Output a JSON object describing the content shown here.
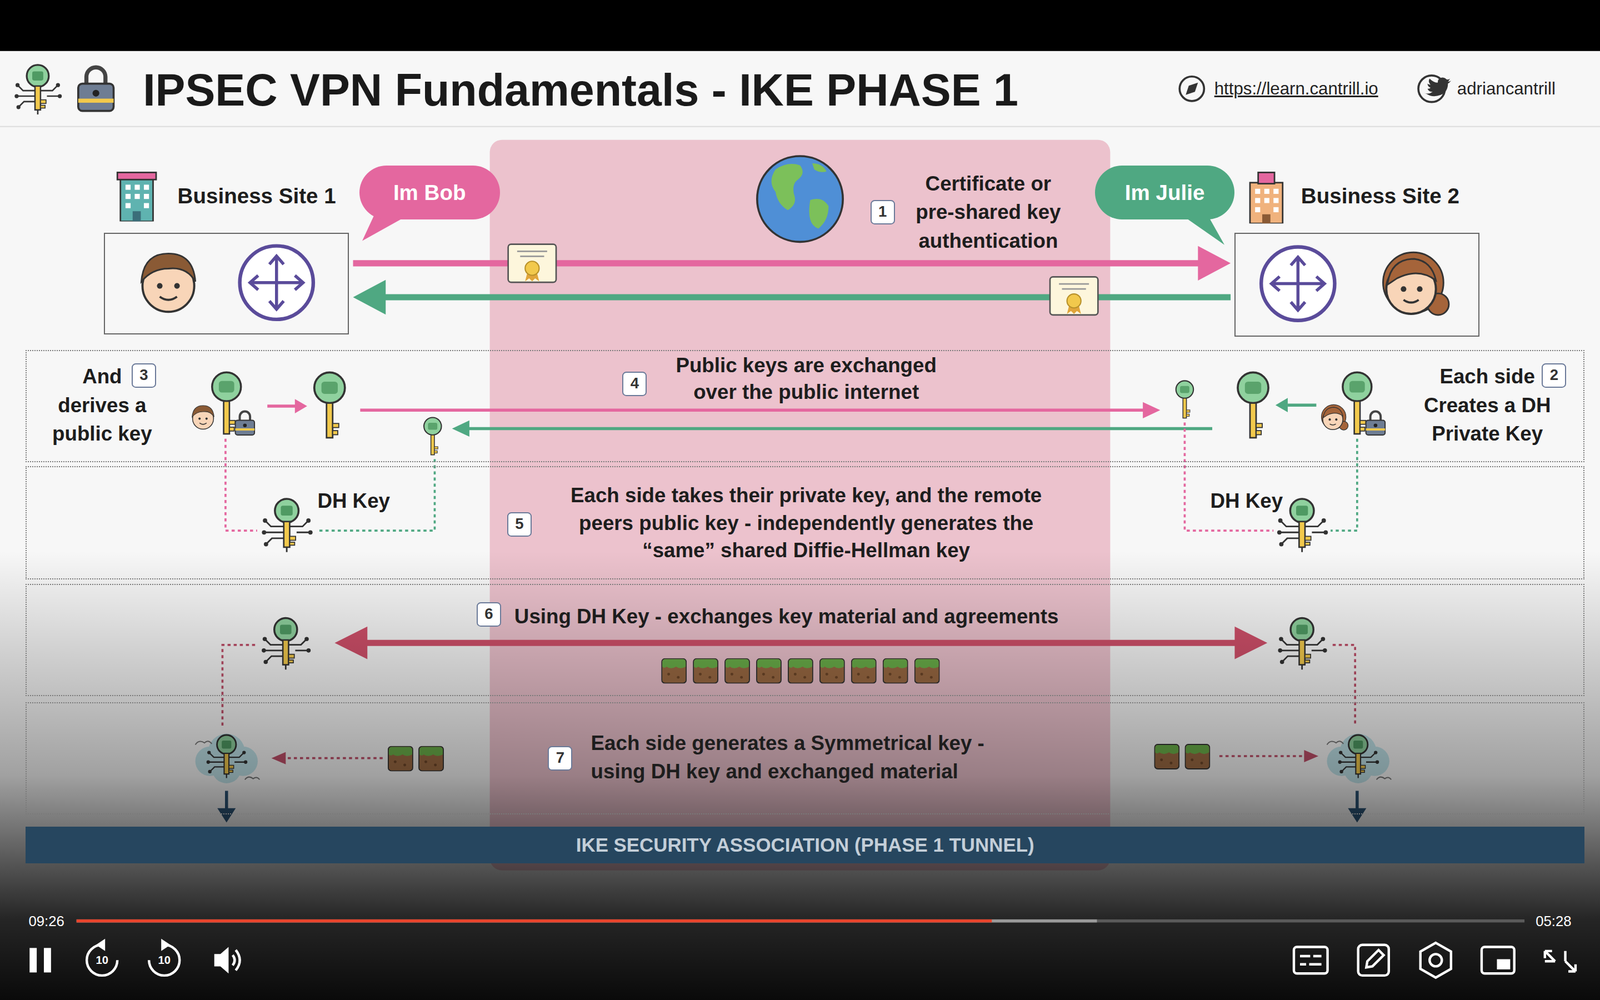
{
  "diagram": {
    "title": "IPSEC VPN Fundamentals - IKE PHASE 1",
    "nodes": [
      {
        "text": [
          "Business Site 1"
        ]
      },
      {
        "text": [
          "Im Bob"
        ]
      },
      {
        "text": [
          "Im Julie"
        ]
      },
      {
        "text": [
          "Business Site 2"
        ]
      },
      {
        "text": [
          "And derives a public key",
          "Public keys are exchanged over the public internet",
          "Each side Creates a DH Private Key"
        ]
      },
      {
        "text": [
          "DH Key",
          "Each side takes their private key, and the remote peers public key - independently generates the “same” shared Diffie-Hellman key",
          "DH Key"
        ]
      },
      {
        "text": [
          "Using DH Key - exchanges key material and agreements"
        ]
      },
      {
        "text": [
          "Each side generates a Symmetrical key - using DH key and exchanged material"
        ]
      },
      {
        "text": [
          "IKE SECURITY ASSOCIATION (PHASE 1 TUNNEL)"
        ]
      }
    ],
    "edges": [
      {
        "from": 0,
        "to": 3,
        "arrow": "to"
      },
      {
        "from": 3,
        "to": 0,
        "arrow": "to"
      }
    ],
    "labels": [
      "https://learn.cantrill.io",
      "adriancantrill",
      "1",
      "Certificate or pre-shared key authentication",
      "3",
      "4",
      "2",
      "5",
      "6",
      "7",
      "09:26",
      "05:28",
      "10",
      "10"
    ]
  }
}
